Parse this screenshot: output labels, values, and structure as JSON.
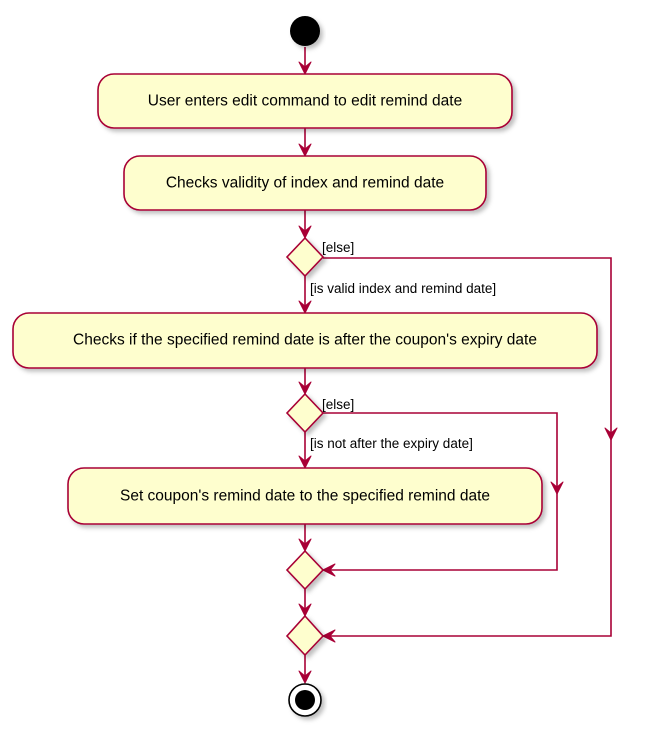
{
  "colors": {
    "background": "#ffffff",
    "node_fill": "#FEFECE",
    "border": "#A80036",
    "text": "#000000",
    "start_fill": "#000000"
  },
  "nodes": {
    "start": "start-node",
    "actions": [
      "User enters edit command to edit remind date",
      "Checks validity of index and remind date",
      "Checks if the specified remind date is after the coupon's expiry date",
      "Set coupon's remind date to the specified remind date"
    ],
    "end": "end-node"
  },
  "guards": {
    "first_else": "[else]",
    "first_valid": "[is valid index and remind date]",
    "second_else": "[else]",
    "second_valid": "[is not after the expiry date]"
  }
}
